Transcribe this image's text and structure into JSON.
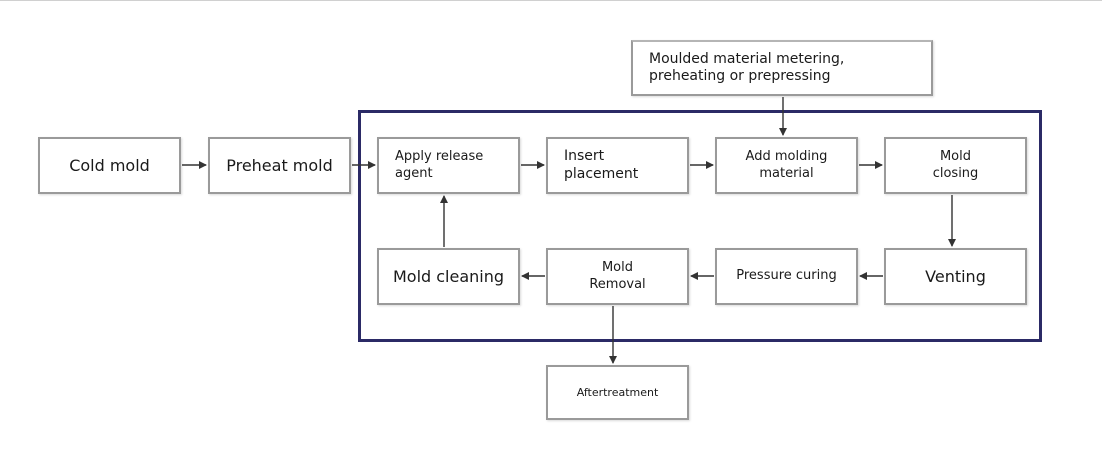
{
  "nodes": {
    "cold_mold": "Cold mold",
    "preheat_mold": "Preheat mold",
    "apply_release_agent": "Apply release agent",
    "insert_placement": "Insert placement",
    "add_molding_material": "Add molding material",
    "mold_closing": "Mold closing",
    "venting": "Venting",
    "pressure_curing": "Pressure curing",
    "mold_removal": "Mold Removal",
    "mold_cleaning": "Mold cleaning",
    "aftertreatment": "Aftertreatment",
    "moulded_material": "Moulded material metering, preheating or prepressing"
  },
  "colors": {
    "frame": "#2b2a66",
    "box_border": "#9a9a9a",
    "arrow": "#333333"
  }
}
